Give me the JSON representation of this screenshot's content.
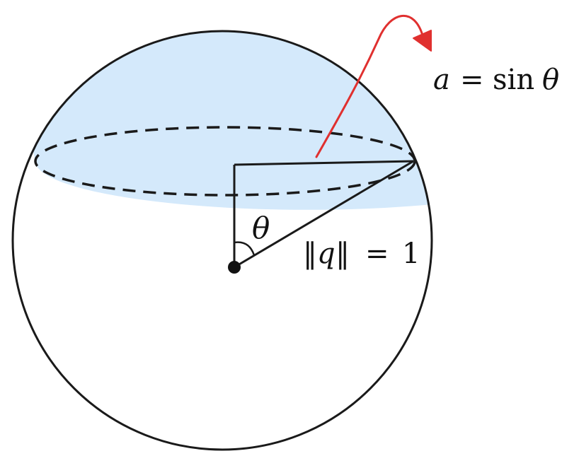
{
  "labels": {
    "sin_a": "a",
    "sin_eq": "=",
    "sin_fn": "sin",
    "sin_theta": "θ",
    "angle_theta": "θ",
    "norm_open": "‖",
    "norm_q": "q",
    "norm_close": "‖",
    "norm_eq": "=",
    "norm_one": "1"
  },
  "colors": {
    "cap_fill": "#d4e9fb",
    "outline": "#1a1a1a",
    "arrow": "#e0302f",
    "center_dot": "#111111"
  },
  "icons": {
    "sin_arrow": "curved-arrow-icon"
  }
}
